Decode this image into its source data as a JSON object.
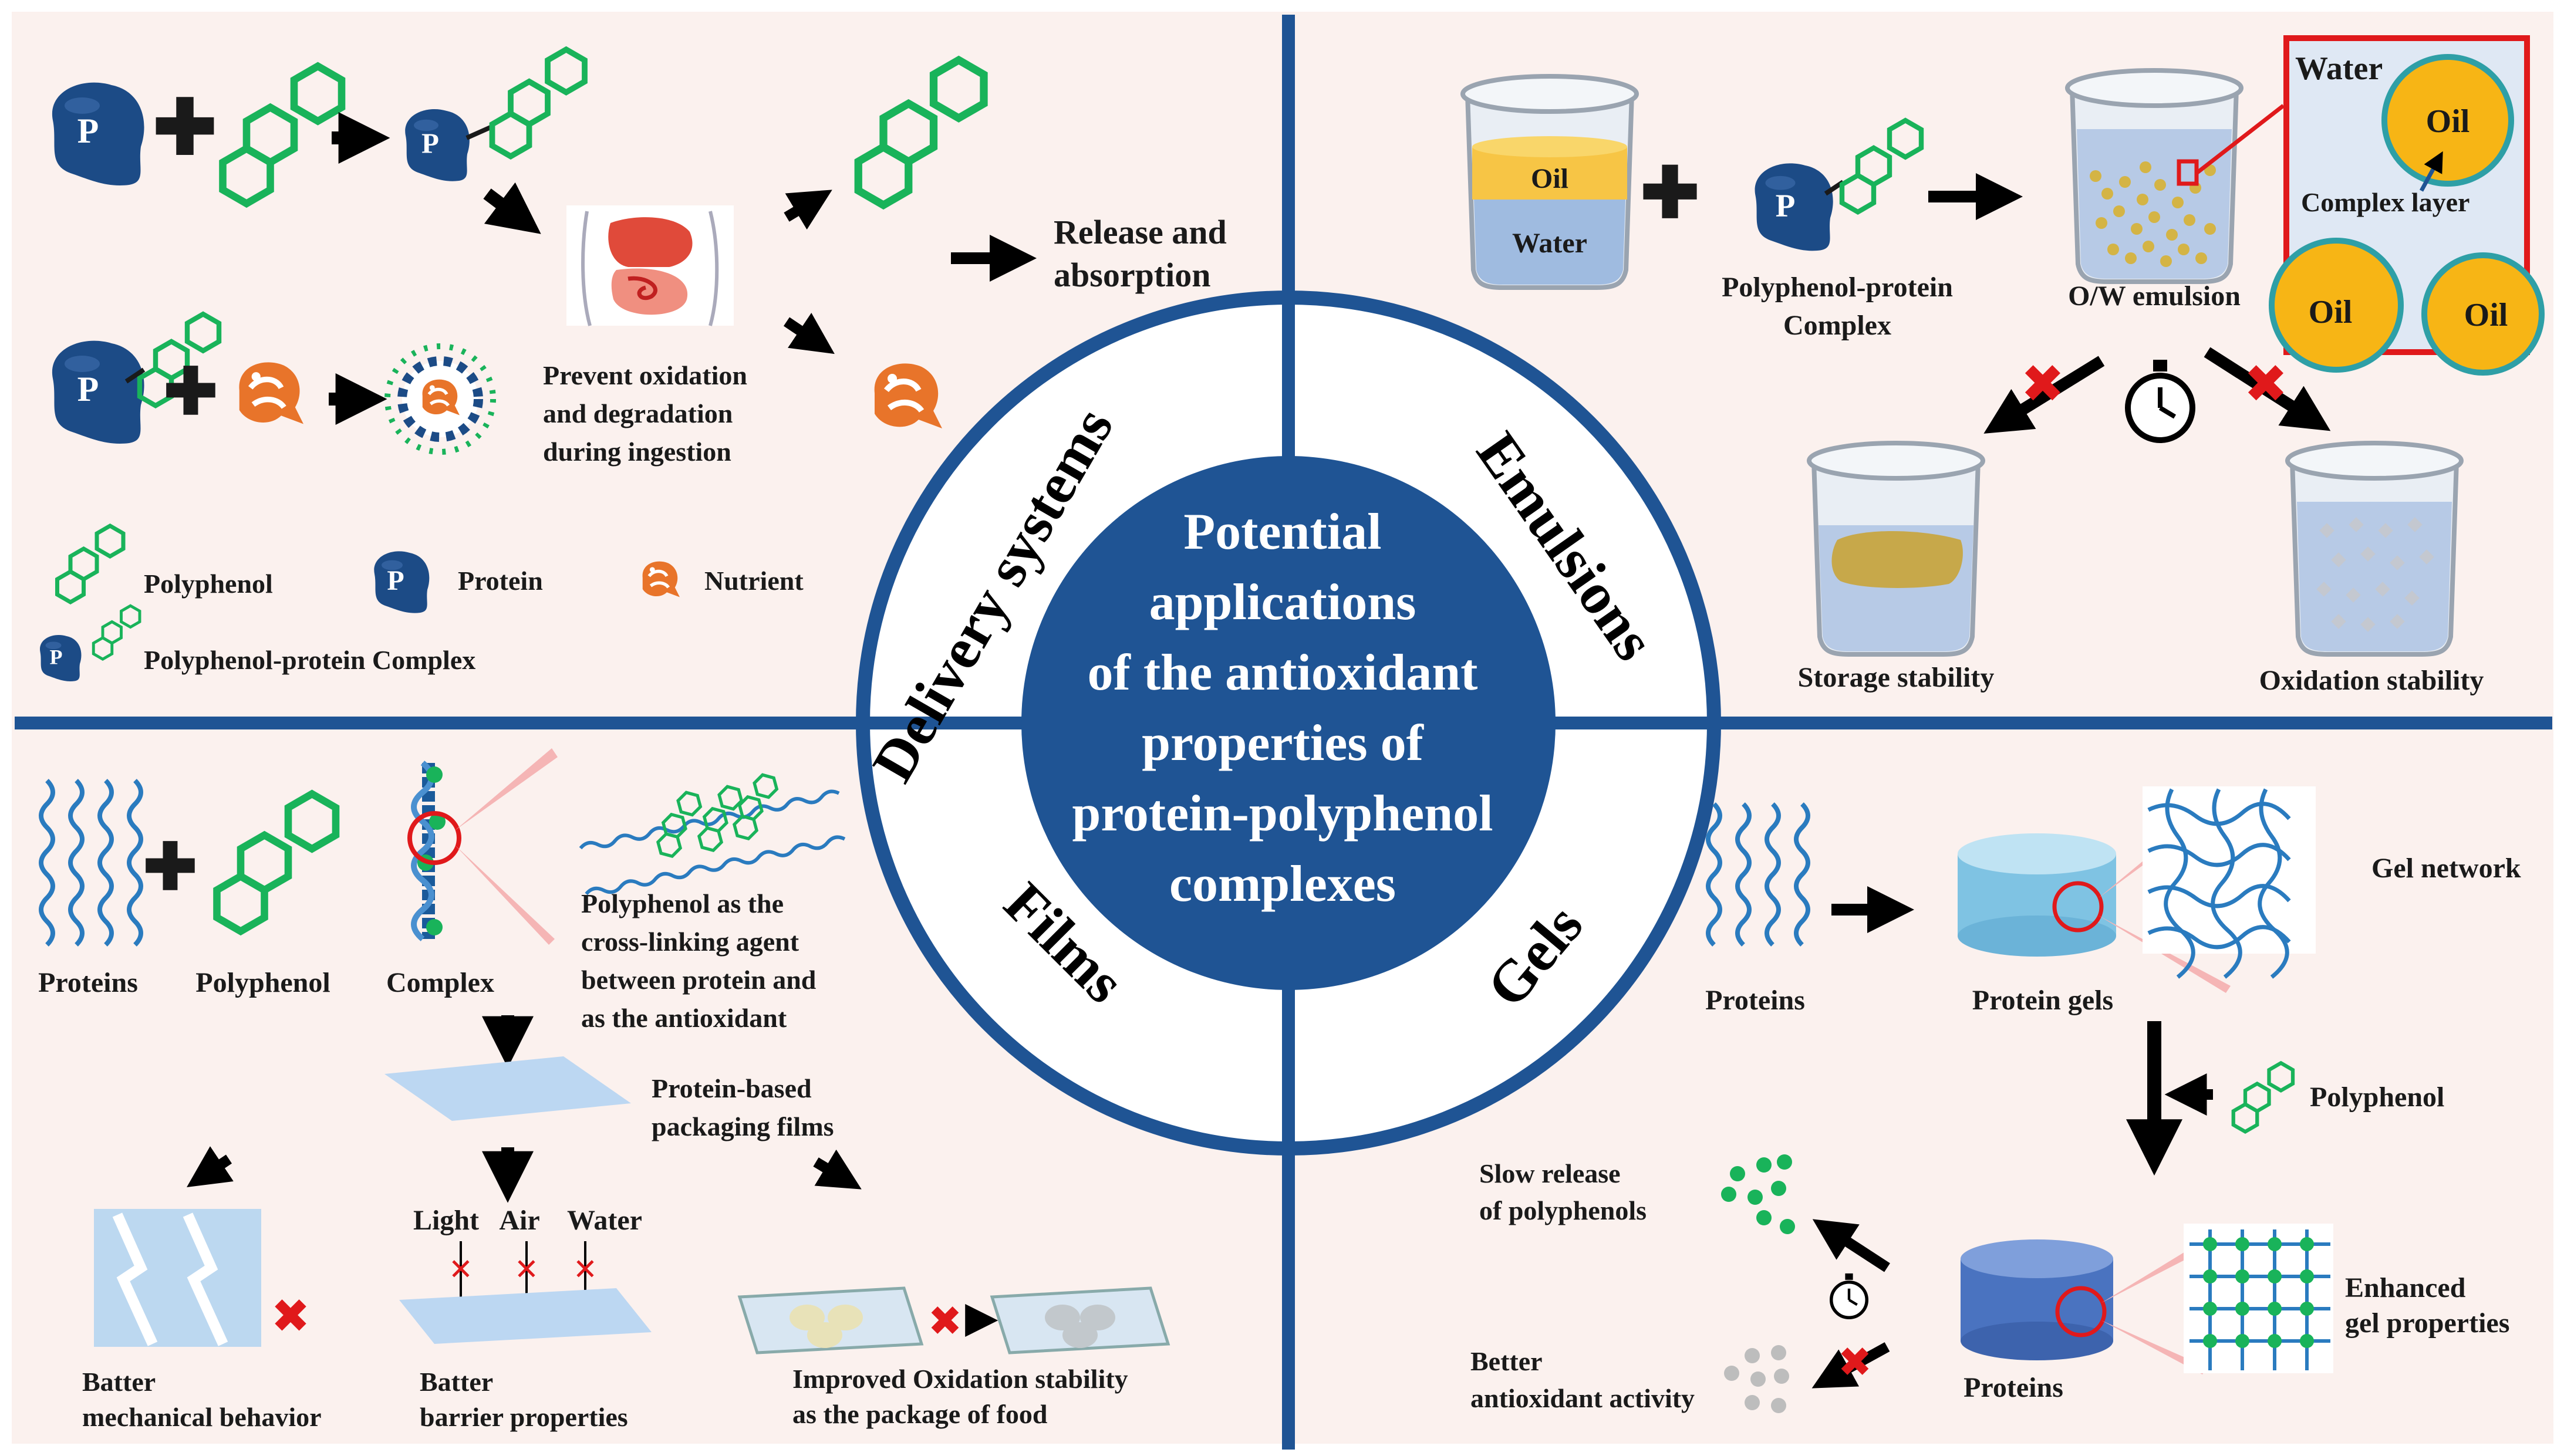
{
  "center": {
    "title_lines": [
      "Potential",
      "applications",
      "of the antioxidant",
      "properties  of",
      "protein-polyphenol",
      "complexes"
    ]
  },
  "ring_labels": {
    "delivery": "Delivery systems",
    "emulsions": "Emulsions",
    "films": "Films",
    "gels": "Gels"
  },
  "delivery": {
    "release_line1": "Release and",
    "release_line2": "absorption",
    "prevent_line1": "Prevent oxidation",
    "prevent_line2": "and  degradation",
    "prevent_line3": "during  ingestion",
    "legend_polyphenol": "Polyphenol",
    "legend_protein": "Protein",
    "legend_nutrient": "Nutrient",
    "legend_complex": "Polyphenol-protein  Complex",
    "protein_letter": "P"
  },
  "emulsions": {
    "oil": "Oil",
    "water": "Water",
    "complex_line1": "Polyphenol-protein",
    "complex_line2": "Complex",
    "ow_emulsion": "O/W  emulsion",
    "inset_water": "Water",
    "inset_oil": "Oil",
    "complex_layer": "Complex layer",
    "storage": "Storage stability",
    "oxidation": "Oxidation  stability"
  },
  "films": {
    "proteins": "Proteins",
    "polyphenol": "Polyphenol",
    "complex": "Complex",
    "crosslink_lines": [
      "Polyphenol  as the",
      "cross-linking  agent",
      "between protein  and",
      "as the antioxidant"
    ],
    "packaging_line1": "Protein-based",
    "packaging_line2": "packaging films",
    "light": "Light",
    "air": "Air",
    "water": "Water",
    "mech_line1": "Batter",
    "mech_line2": "mechanical behavior",
    "barrier_line1": "Batter",
    "barrier_line2": "barrier properties",
    "oxid_line1": "Improved Oxidation stability",
    "oxid_line2": "as the package of food"
  },
  "gels": {
    "proteins_top": "Proteins",
    "protein_gels": "Protein  gels",
    "gel_network": "Gel network",
    "polyphenol": "Polyphenol",
    "slow_line1": "Slow release",
    "slow_line2": "of polyphenols",
    "better_line1": "Better",
    "better_line2": "antioxidant activity",
    "proteins_bottom": "Proteins",
    "enhanced_line1": "Enhanced",
    "enhanced_line2": "gel properties"
  },
  "colors": {
    "navy": "#1f5494",
    "protein_blue": "#1c4b86",
    "polyphenol_green": "#19b35a",
    "nutrient_orange": "#e8742a",
    "oil_yellow": "#f7b515",
    "cross_red": "#e0191b",
    "background": "#fbf1ee"
  }
}
